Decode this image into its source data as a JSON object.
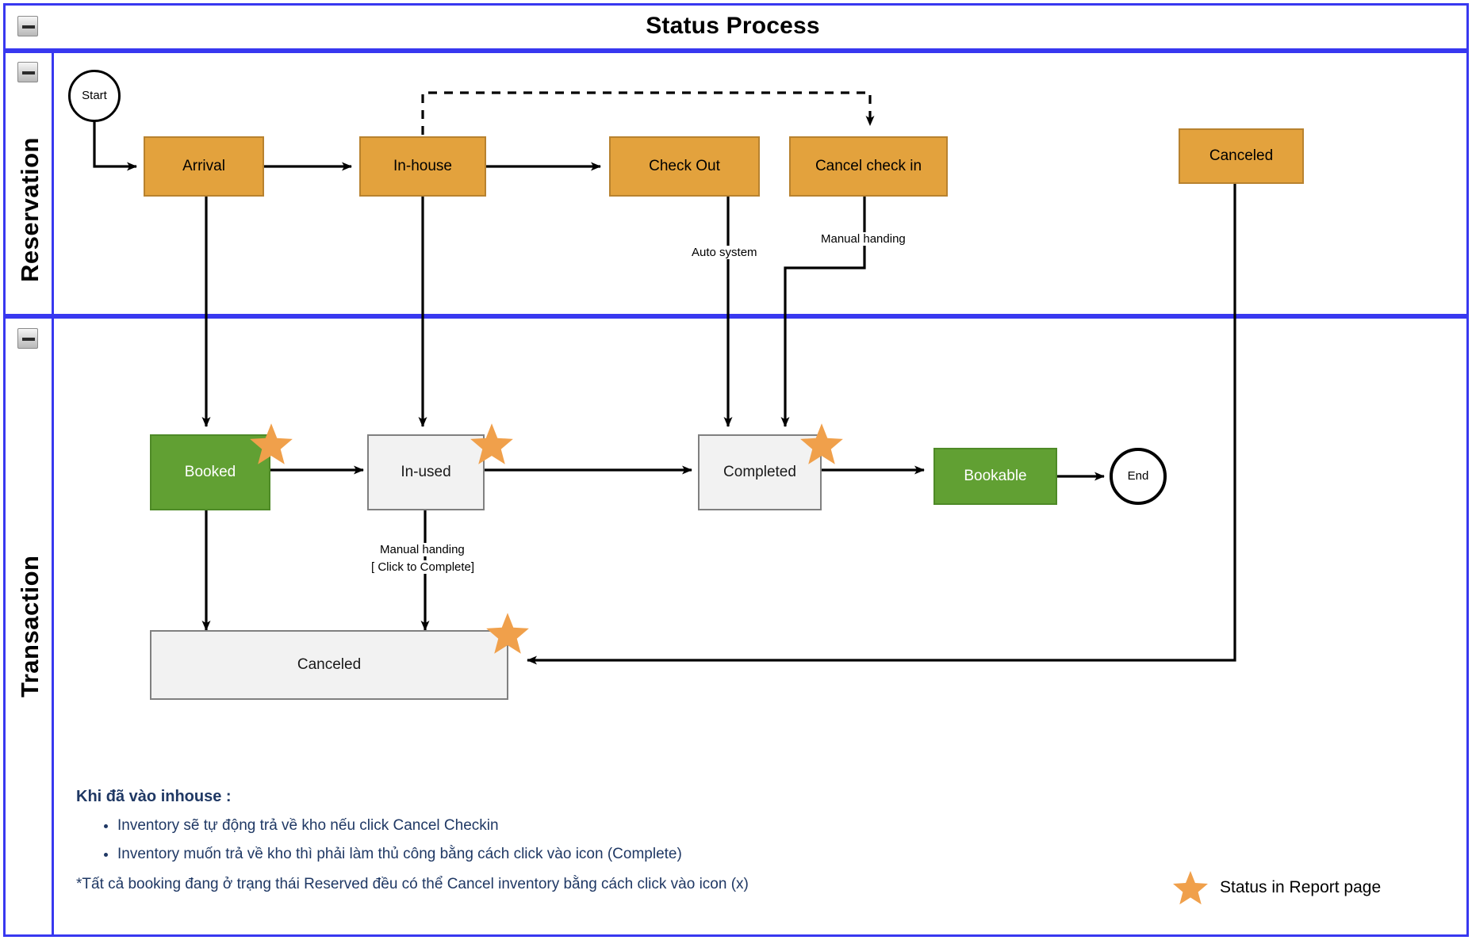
{
  "diagram": {
    "title": "Status Process",
    "type": "swimlane-flowchart",
    "colors": {
      "lane_border": "#3838f0",
      "orange_fill": "#e3a23d",
      "orange_stroke": "#b8822f",
      "green_fill": "#61a033",
      "green_stroke": "#4e8a27",
      "grey_fill": "#f2f2f2",
      "grey_stroke": "#808080",
      "star": "#f0a04b",
      "note_text": "#1f3864"
    }
  },
  "lanes": [
    {
      "id": "reservation",
      "label": "Reservation",
      "collapse_icon": "minus-icon"
    },
    {
      "id": "transaction",
      "label": "Transaction",
      "collapse_icon": "minus-icon"
    }
  ],
  "header": {
    "collapse_icon": "minus-icon"
  },
  "nodes": {
    "start": {
      "label": "Start",
      "shape": "circle",
      "lane": "reservation"
    },
    "arrival": {
      "label": "Arrival",
      "shape": "rect",
      "style": "orange",
      "lane": "reservation"
    },
    "inhouse": {
      "label": "In-house",
      "shape": "rect",
      "style": "orange",
      "lane": "reservation"
    },
    "checkout": {
      "label": "Check Out",
      "shape": "rect",
      "style": "orange",
      "lane": "reservation"
    },
    "cancel_checkin": {
      "label": "Cancel check in",
      "shape": "rect",
      "style": "orange",
      "lane": "reservation"
    },
    "canceled_res": {
      "label": "Canceled",
      "shape": "rect",
      "style": "orange",
      "lane": "reservation"
    },
    "booked": {
      "label": "Booked",
      "shape": "rect",
      "style": "green",
      "lane": "transaction",
      "starred": true
    },
    "inused": {
      "label": "In-used",
      "shape": "rect",
      "style": "grey",
      "lane": "transaction",
      "starred": true
    },
    "completed": {
      "label": "Completed",
      "shape": "rect",
      "style": "grey",
      "lane": "transaction",
      "starred": true
    },
    "bookable": {
      "label": "Bookable",
      "shape": "rect",
      "style": "green",
      "lane": "transaction"
    },
    "end": {
      "label": "End",
      "shape": "circle",
      "lane": "transaction"
    },
    "canceled_txn": {
      "label": "Canceled",
      "shape": "rect",
      "style": "grey",
      "lane": "transaction",
      "starred": true
    }
  },
  "edge_labels": {
    "auto_system": "Auto system",
    "manual_handing": "Manual handing",
    "manual_handing_2": "Manual handing",
    "click_to_complete": "[ Click to Complete]"
  },
  "notes": {
    "heading": "Khi đã vào inhouse :",
    "bullets": [
      "Inventory sẽ tự động trả về kho nếu click Cancel Checkin",
      "Inventory muốn trả về kho thì phải làm thủ công bằng cách click vào icon (Complete)"
    ],
    "footnote": "*Tất cả booking đang ở trạng thái Reserved đều có thể Cancel inventory bằng cách click vào icon (x)"
  },
  "legend": {
    "icon": "star-icon",
    "text": "Status in Report page"
  }
}
